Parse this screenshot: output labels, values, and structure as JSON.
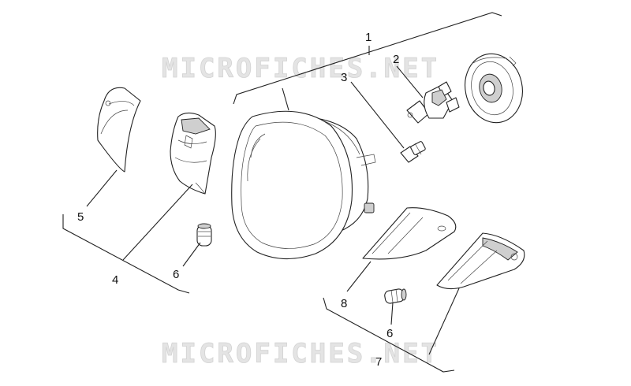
{
  "watermark": "MICROFICHES.NET",
  "callouts": [
    {
      "id": "1",
      "label": "1"
    },
    {
      "id": "2",
      "label": "2"
    },
    {
      "id": "3",
      "label": "3"
    },
    {
      "id": "4",
      "label": "4"
    },
    {
      "id": "5",
      "label": "5"
    },
    {
      "id": "6a",
      "label": "6"
    },
    {
      "id": "6b",
      "label": "6"
    },
    {
      "id": "7",
      "label": "7"
    },
    {
      "id": "8",
      "label": "8"
    }
  ],
  "colors": {
    "line": "#222222",
    "watermark": "#e4e4e4",
    "shade": "#cfcfcf"
  }
}
